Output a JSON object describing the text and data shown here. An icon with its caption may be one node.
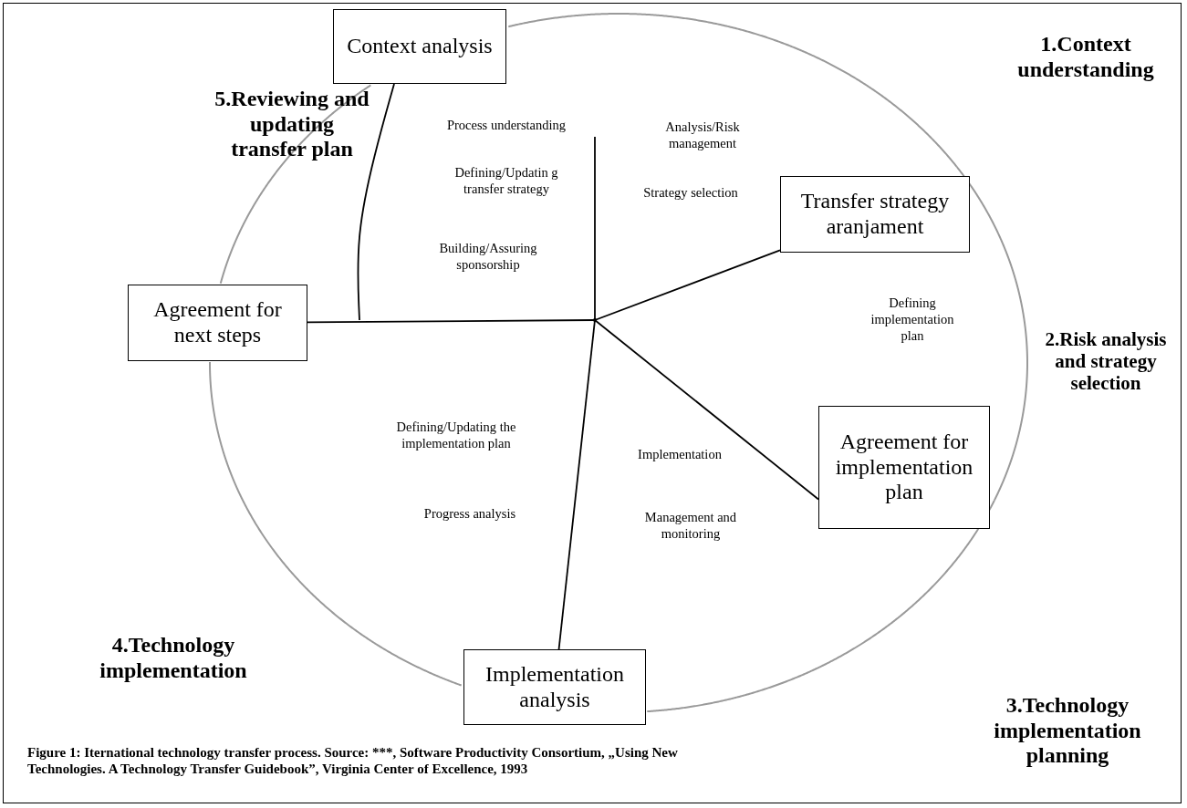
{
  "diagram": {
    "caption": "Figure 1: Iternational technology transfer process. Source: ***, Software Productivity Consortium, „Using New Technologies. A Technology Transfer Guidebook”, Virginia Center of Excellence, 1993",
    "nodes": [
      {
        "text": [
          "Context analysis"
        ]
      },
      {
        "text": [
          "Transfer strategy aranjament"
        ]
      },
      {
        "text": [
          "Agreement for implementation plan"
        ]
      },
      {
        "text": [
          "Implementation analysis"
        ]
      },
      {
        "text": [
          "Agreement for next steps"
        ]
      },
      {
        "text": [],
        "shape": "point"
      }
    ],
    "edges": [
      {
        "from": 5,
        "to": 1,
        "arrow": "none"
      },
      {
        "from": 5,
        "to": 2,
        "arrow": "none"
      },
      {
        "from": 5,
        "to": 4,
        "arrow": "none"
      },
      {
        "from": 5,
        "to": 3,
        "arrow": "none"
      },
      {
        "from": null,
        "to": 5,
        "arrow": "none"
      },
      {
        "from": 0,
        "to": 1,
        "arrow": "none",
        "color": "#9a9a9a"
      },
      {
        "from": 1,
        "to": 2,
        "arrow": "none",
        "color": "#9a9a9a"
      },
      {
        "from": 2,
        "to": 3,
        "arrow": "none",
        "color": "#9a9a9a"
      },
      {
        "from": 3,
        "to": 4,
        "arrow": "none",
        "color": "#9a9a9a"
      },
      {
        "from": 4,
        "to": 0,
        "arrow": "none",
        "color": "#9a9a9a"
      },
      {
        "from": 0,
        "to": null,
        "arrow": "none"
      }
    ],
    "labels": [
      "1.Context understanding",
      "5.Reviewing and updating transfer plan",
      "Process understanding",
      "Analysis/Risk management",
      "Defining/Updatin g transfer strategy",
      "Strategy selection",
      "Building/Assuring sponsorship",
      "Defining implementation plan",
      "2.Risk analysis and strategy selection",
      "Defining/Updating the implementation plan",
      "Implementation",
      "Progress analysis",
      "Management and monitoring",
      "4.Technology implementation",
      "3.Technology implementation planning"
    ]
  }
}
